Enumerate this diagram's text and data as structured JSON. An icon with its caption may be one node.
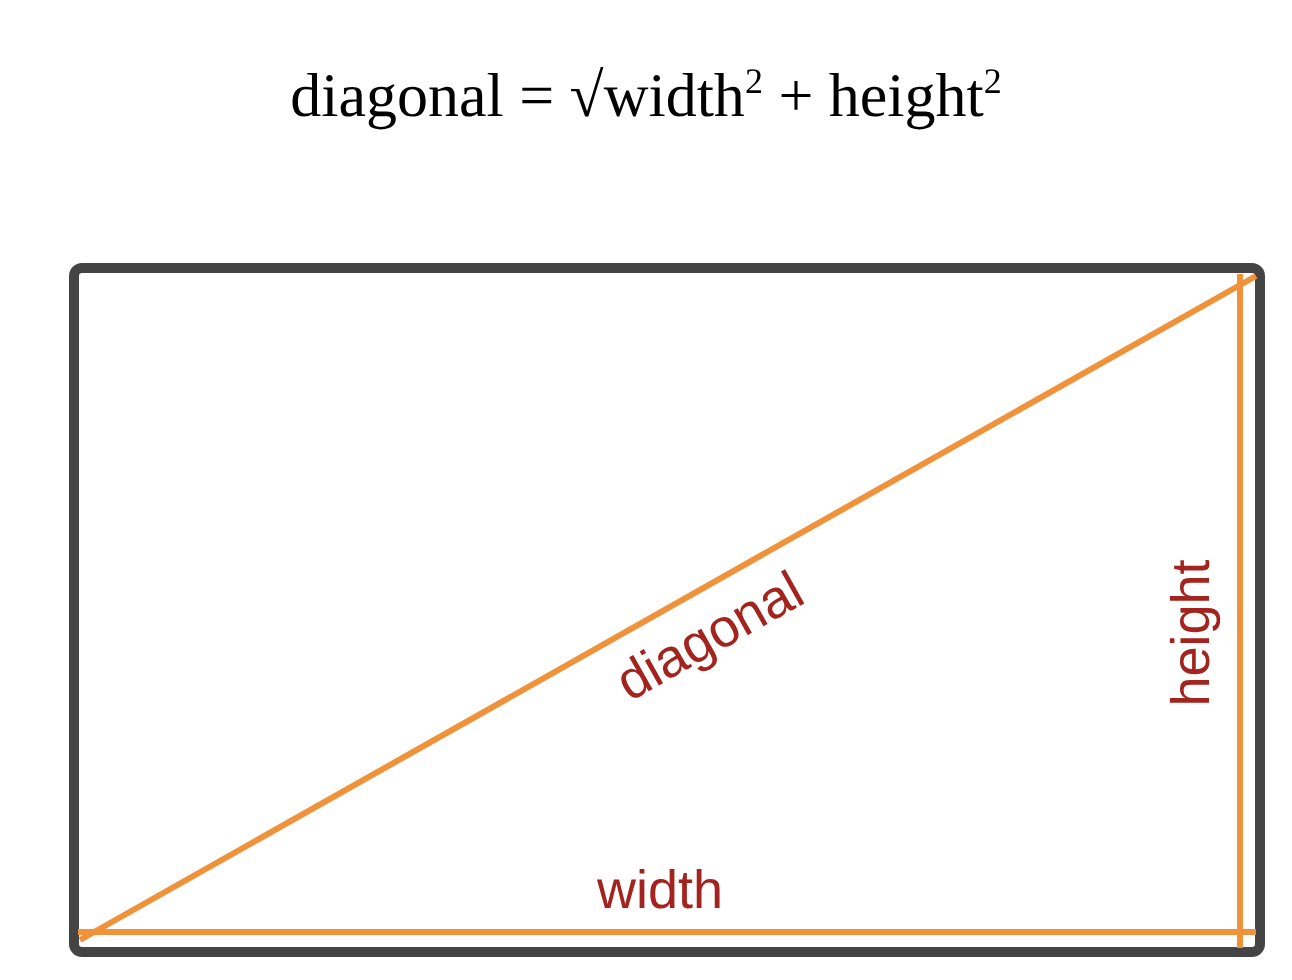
{
  "diagram": {
    "title": "diagonal = √width$^{2}$ + height$^{2}$",
    "labels": [
      "diagonal",
      "height",
      "width"
    ]
  }
}
